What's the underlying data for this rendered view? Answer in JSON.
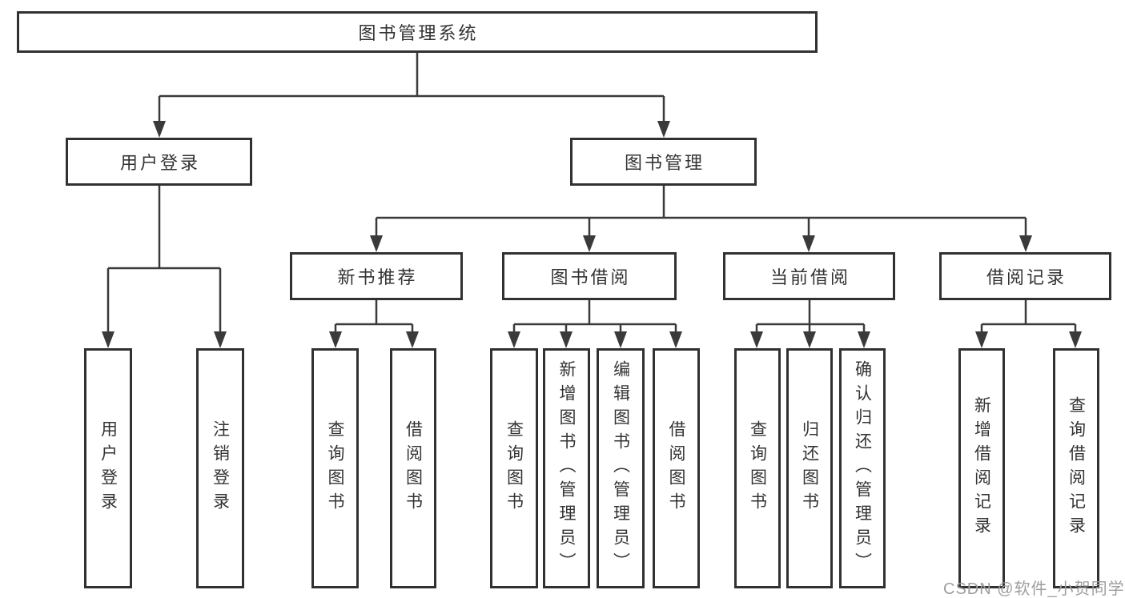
{
  "root": {
    "label": "图书管理系统"
  },
  "login": {
    "label": "用户登录",
    "children": [
      {
        "label": "用户登录"
      },
      {
        "label": "注销登录"
      }
    ]
  },
  "management": {
    "label": "图书管理",
    "groups": [
      {
        "label": "新书推荐",
        "children": [
          {
            "label": "查询图书"
          },
          {
            "label": "借阅图书"
          }
        ]
      },
      {
        "label": "图书借阅",
        "children": [
          {
            "label": "查询图书"
          },
          {
            "label": "新增图书（管理员）"
          },
          {
            "label": "编辑图书（管理员）"
          },
          {
            "label": "借阅图书"
          }
        ]
      },
      {
        "label": "当前借阅",
        "children": [
          {
            "label": "查询图书"
          },
          {
            "label": "归还图书"
          },
          {
            "label": "确认归还（管理员）"
          }
        ]
      },
      {
        "label": "借阅记录",
        "children": [
          {
            "label": "新增借阅记录"
          },
          {
            "label": "查询借阅记录"
          }
        ]
      }
    ]
  },
  "watermark": {
    "text": "CSDN @软件_小贺同学"
  },
  "colors": {
    "line": "#3a3a3a",
    "border": "#313131",
    "text": "#333333",
    "watermark": "#9e9e9e",
    "background": "#ffffff"
  }
}
